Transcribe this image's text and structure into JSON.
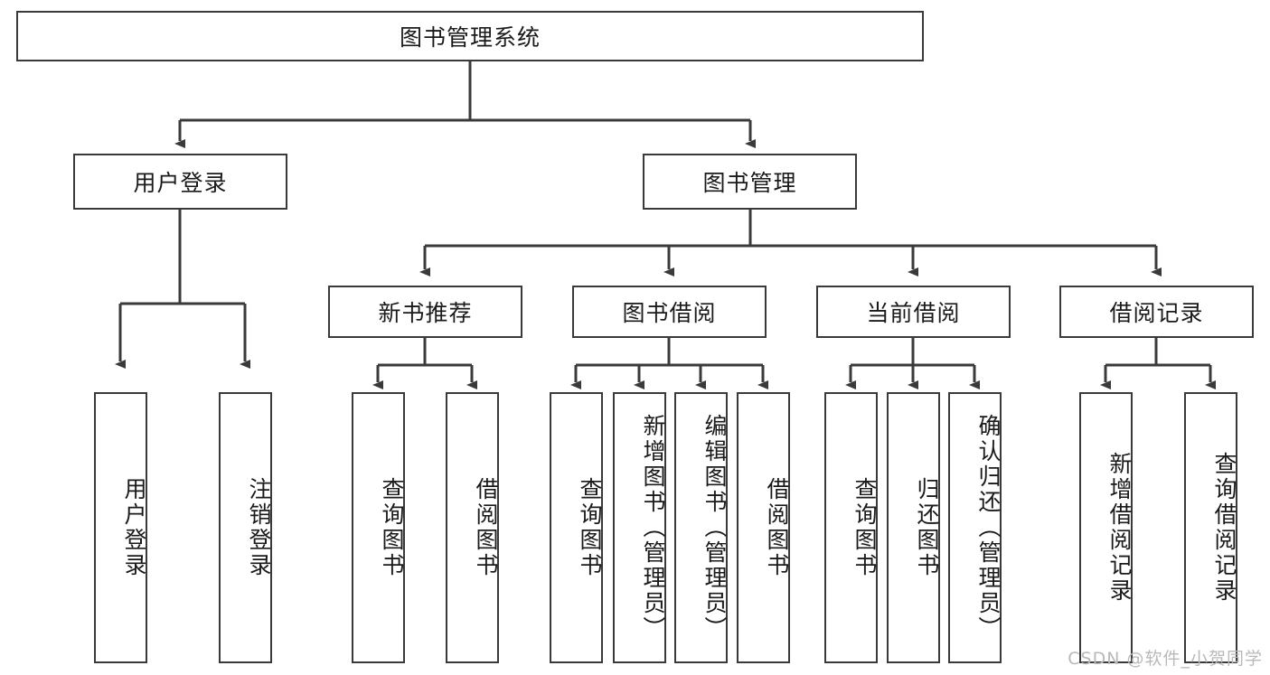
{
  "diagram": {
    "title": "图书管理系统",
    "type": "tree-hierarchy",
    "root": {
      "label": "图书管理系统"
    },
    "level2": [
      {
        "id": "user-login",
        "label": "用户登录"
      },
      {
        "id": "book-manage",
        "label": "图书管理"
      }
    ],
    "level3": [
      {
        "id": "new-book-recommend",
        "label": "新书推荐"
      },
      {
        "id": "book-borrow",
        "label": "图书借阅"
      },
      {
        "id": "current-borrow",
        "label": "当前借阅"
      },
      {
        "id": "borrow-record",
        "label": "借阅记录"
      }
    ],
    "leaves": {
      "user_login": [
        {
          "id": "leaf-user-login",
          "label": "用户登录"
        },
        {
          "id": "leaf-logout-login",
          "label": "注销登录"
        }
      ],
      "new_book_recommend": [
        {
          "id": "leaf-query-book-1",
          "label": "查询图书"
        },
        {
          "id": "leaf-borrow-book-1",
          "label": "借阅图书"
        }
      ],
      "book_borrow": [
        {
          "id": "leaf-query-book-2",
          "label": "查询图书"
        },
        {
          "id": "leaf-add-book",
          "label": "新增图书（管理员）"
        },
        {
          "id": "leaf-edit-book",
          "label": "编辑图书（管理员）"
        },
        {
          "id": "leaf-borrow-book-2",
          "label": "借阅图书"
        }
      ],
      "current_borrow": [
        {
          "id": "leaf-query-book-3",
          "label": "查询图书"
        },
        {
          "id": "leaf-return-book",
          "label": "归还图书"
        },
        {
          "id": "leaf-confirm-return",
          "label": "确认归还（管理员）"
        }
      ],
      "borrow_record": [
        {
          "id": "leaf-add-record",
          "label": "新增借阅记录"
        },
        {
          "id": "leaf-query-record",
          "label": "查询借阅记录"
        }
      ]
    }
  },
  "watermark": {
    "text": "CSDN @软件_小贺同学"
  },
  "colors": {
    "box_border": "#3a3a3a",
    "box_fill": "#ffffff",
    "edge": "#3a3a3a",
    "text": "#1a1a1a",
    "watermark": "#b9b9b9",
    "background": "#ffffff"
  }
}
